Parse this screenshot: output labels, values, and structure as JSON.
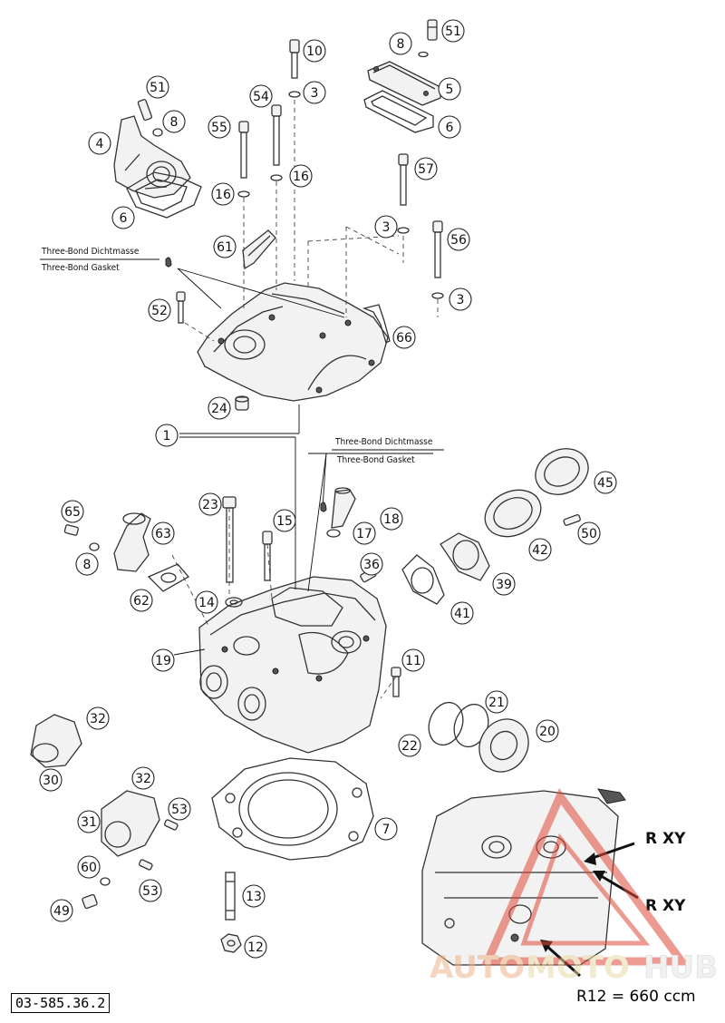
{
  "diagram": {
    "callouts": [
      "51",
      "10",
      "8",
      "3",
      "5",
      "54",
      "51",
      "55",
      "8",
      "4",
      "16",
      "6",
      "57",
      "16",
      "6",
      "3",
      "61",
      "56",
      "3",
      "52",
      "66",
      "24",
      "1",
      "23",
      "15",
      "18",
      "65",
      "63",
      "17",
      "36",
      "45",
      "50",
      "42",
      "39",
      "8",
      "62",
      "14",
      "41",
      "19",
      "11",
      "32",
      "21",
      "30",
      "22",
      "20",
      "32",
      "53",
      "31",
      "7",
      "60",
      "53",
      "13",
      "49",
      "12"
    ],
    "notes": {
      "top_de": "Three-Bond Dichtmasse",
      "top_en": "Three-Bond Gasket",
      "mid_de": "Three-Bond Dichtmasse",
      "mid_en": "Three-Bond Gasket"
    },
    "inset": {
      "label_1": "R  XY",
      "label_2": "R  XY",
      "note": "R12 = 660 ccm"
    }
  },
  "watermark": {
    "part1": "AUTO",
    "part2": "MOTO",
    "part3": "HUB",
    "colors": {
      "triangle": "#e04a3a",
      "auto": "#f0b48a",
      "moto": "#e9d9a8",
      "hub": "#e6e6e6"
    }
  },
  "footer": {
    "doc_number": "03-585.36.2"
  }
}
